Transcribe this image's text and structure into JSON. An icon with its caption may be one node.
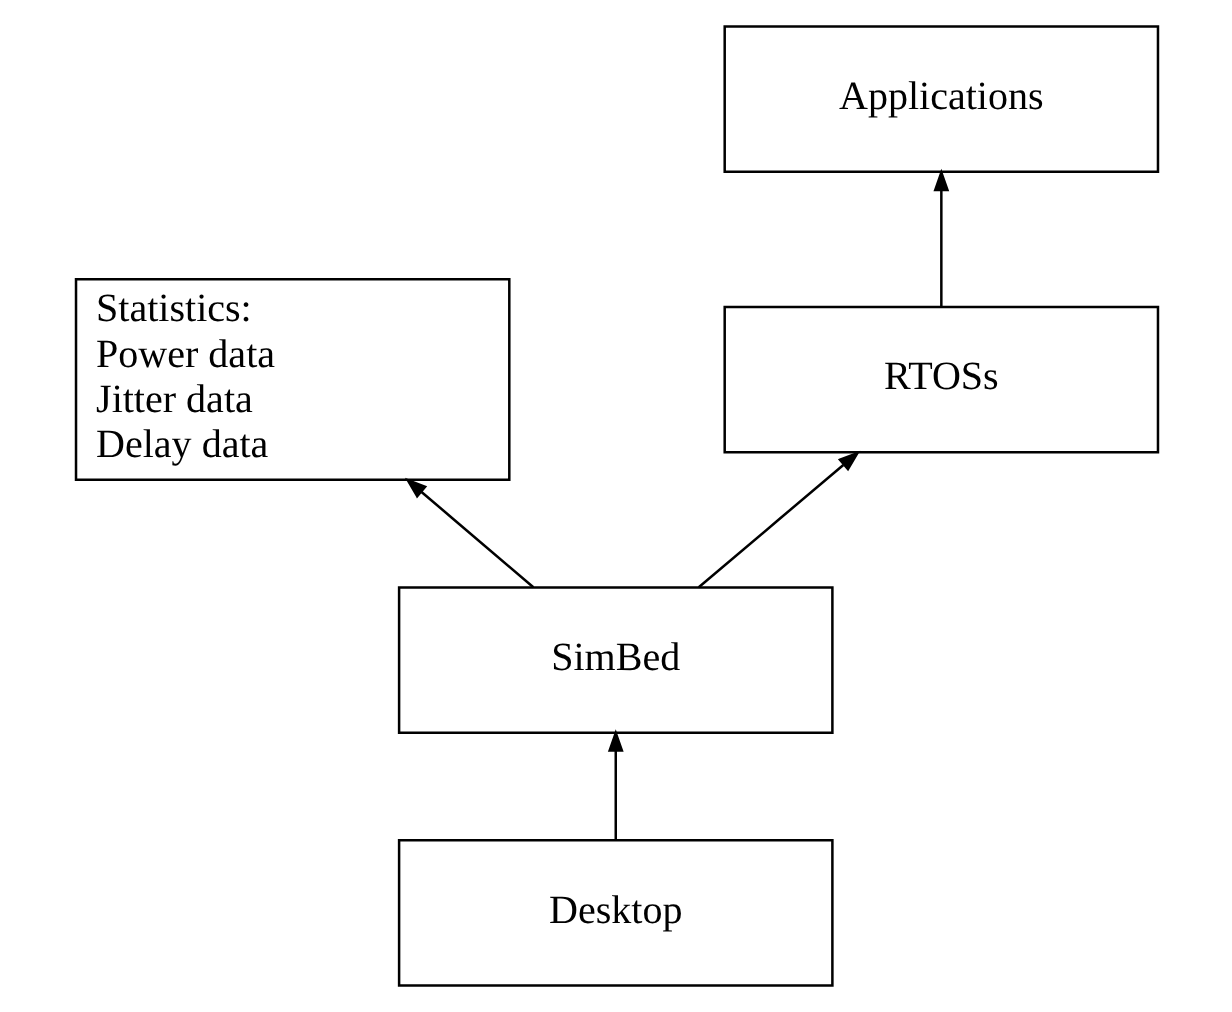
{
  "diagram": {
    "nodes": [
      {
        "text": [
          "Applications"
        ]
      },
      {
        "text": [
          "Statistics:",
          "Power data",
          "Jitter data",
          "Delay data"
        ]
      },
      {
        "text": [
          "RTOSs"
        ]
      },
      {
        "text": [
          "SimBed"
        ]
      },
      {
        "text": [
          "Desktop"
        ]
      }
    ],
    "edges": [
      {
        "from": 2,
        "to": 0,
        "arrow": "to"
      },
      {
        "from": 3,
        "to": 2,
        "arrow": "to"
      },
      {
        "from": 3,
        "to": 1,
        "arrow": "to"
      },
      {
        "from": 4,
        "to": 3,
        "arrow": "to"
      }
    ]
  }
}
